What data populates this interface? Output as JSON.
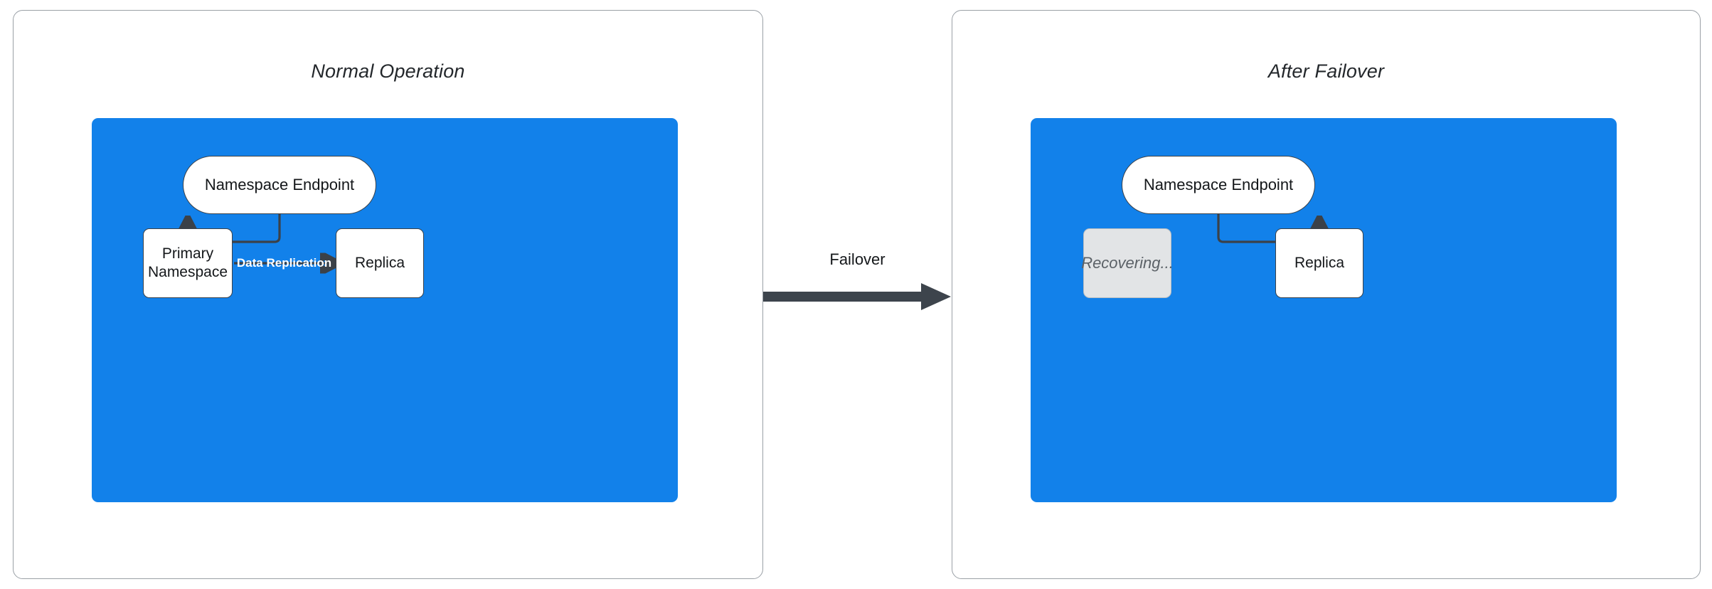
{
  "diagram": {
    "type": "architecture-failover-diagram",
    "colors": {
      "zone_blue": "#1281ea",
      "node_white": "#ffffff",
      "node_disabled_grey": "#e2e4e6",
      "stroke_dark": "#3b4148",
      "panel_border": "#9aa0a6",
      "replication_label": "#ffffff"
    }
  },
  "panels": [
    {
      "id": "normal-operation",
      "title": "Normal Operation",
      "nodes": [
        {
          "id": "namespace-endpoint",
          "label": "Namespace Endpoint",
          "shape": "pill",
          "state": "active"
        },
        {
          "id": "primary-namespace",
          "label": "Primary\nNamespace",
          "label_line1": "Primary",
          "label_line2": "Namespace",
          "shape": "box",
          "state": "active"
        },
        {
          "id": "replica",
          "label": "Replica",
          "shape": "box",
          "state": "active"
        }
      ],
      "edges": [
        {
          "from": "namespace-endpoint",
          "to": "primary-namespace",
          "label": "",
          "style": "elbow-arrow"
        },
        {
          "from": "primary-namespace",
          "to": "replica",
          "label": "Data Replication",
          "style": "straight-arrow"
        }
      ]
    },
    {
      "id": "after-failover",
      "title": "After Failover",
      "nodes": [
        {
          "id": "namespace-endpoint",
          "label": "Namespace Endpoint",
          "shape": "pill",
          "state": "active"
        },
        {
          "id": "recovering",
          "label": "Recovering...",
          "shape": "box",
          "state": "disabled"
        },
        {
          "id": "replica",
          "label": "Replica",
          "shape": "box",
          "state": "active"
        }
      ],
      "edges": [
        {
          "from": "namespace-endpoint",
          "to": "replica",
          "label": "",
          "style": "elbow-arrow"
        }
      ]
    }
  ],
  "transition": {
    "label": "Failover",
    "direction": "left-to-right"
  }
}
